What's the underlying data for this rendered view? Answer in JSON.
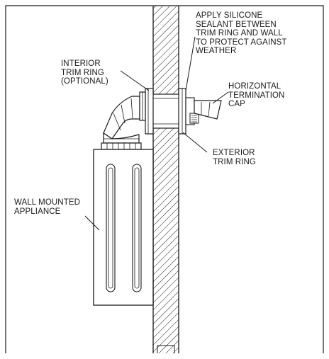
{
  "labels": {
    "silicone_note": "APPLY SILICONE\nSEALANT BETWEEN\nTRIM RING AND WALL\nTO PROTECT AGAINST\nWEATHER",
    "interior_trim_ring": "INTERIOR\nTRIM RING\n(OPTIONAL)",
    "termination_cap": "HORIZONTAL\nTERMINATION\nCAP",
    "exterior_trim_ring": "EXTERIOR\nTRIM RING",
    "appliance": "WALL MOUNTED\nAPPLIANCE"
  },
  "colors": {
    "line": "#1a1a1a",
    "background": "#ffffff"
  }
}
